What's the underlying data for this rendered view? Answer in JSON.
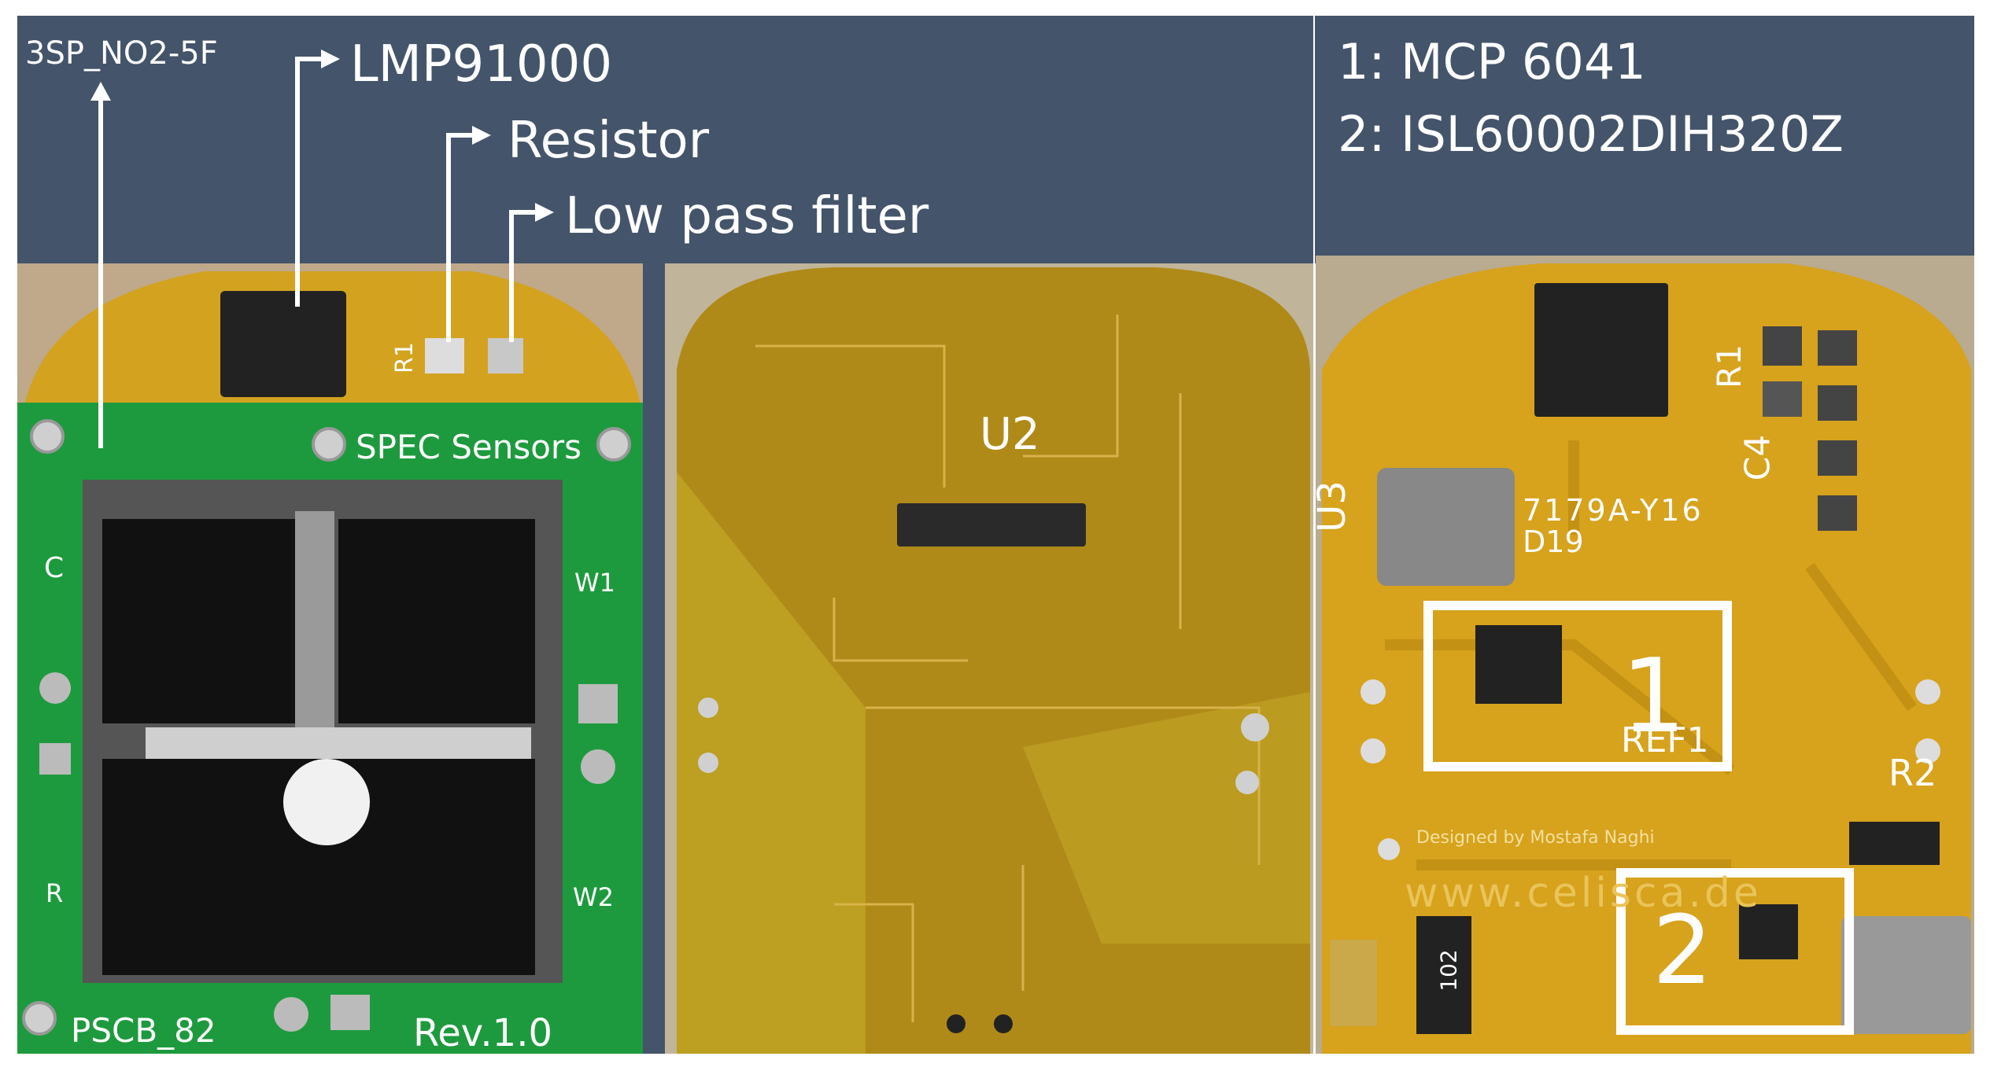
{
  "callouts": {
    "sensor": "3SP_NO2-5F",
    "chip": "LMP91000",
    "resistor": "Resistor",
    "filter": "Low pass filter"
  },
  "legend": {
    "item1": "1: MCP 6041",
    "item2": "2: ISL60002DIH320Z"
  },
  "left_board": {
    "brand": "SPEC Sensors",
    "part": "PSCB_82",
    "rev": "Rev.1.0",
    "pin_c": "C",
    "pin_w1": "W1",
    "pin_w2": "W2",
    "pin_r": "R",
    "r1": "R1"
  },
  "mid_board": {
    "ref": "U2"
  },
  "right_board": {
    "r1": "R1",
    "c4": "C4",
    "u3": "U3",
    "code": "7179A-Y16",
    "code2": "D19",
    "ref1": "REF1",
    "r2": "R2",
    "designer": "Designed by Mostafa Naghi",
    "site": "www.celisca.de",
    "box1": "1",
    "box2": "2",
    "chip_mark": "102"
  },
  "colors": {
    "banner": "#44546a",
    "green_pcb": "#1e9a3e",
    "yellow_pcb": "#d7a21c",
    "olive_pcb": "#b08a18",
    "wood": "#c9b59a"
  }
}
